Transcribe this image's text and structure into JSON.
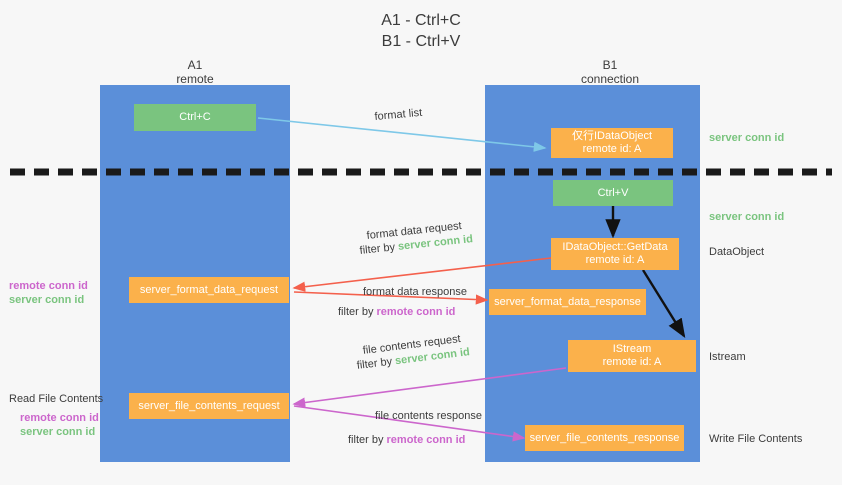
{
  "title": {
    "line1": "A1 - Ctrl+C",
    "line2": "B1 - Ctrl+V"
  },
  "columns": [
    {
      "name": "A1",
      "role": "remote"
    },
    {
      "name": "B1",
      "role": "connection"
    }
  ],
  "boxes": {
    "ctrl_c": {
      "label": "Ctrl+C"
    },
    "ctrl_v": {
      "label": "Ctrl+V"
    },
    "idataobject": {
      "line1": "仅行IDataObject",
      "line2": "remote id: A"
    },
    "getdata": {
      "line1": "IDataObject::GetData",
      "line2": "remote id: A"
    },
    "istream": {
      "line1": "IStream",
      "line2": "remote id: A"
    },
    "server_format_data_request": {
      "label": "server_format_data_request"
    },
    "server_format_data_response": {
      "label": "server_format_data_response"
    },
    "server_file_contents_request": {
      "label": "server_file_contents_request"
    },
    "server_file_contents_response": {
      "label": "server_file_contents_response"
    }
  },
  "right_labels": {
    "server_conn_id_top": "server conn id",
    "server_conn_id_mid": "server conn id",
    "dataobject": "DataObject",
    "istream": "Istream",
    "write_file_contents": "Write File Contents"
  },
  "left_labels": {
    "remote_conn_id_1": "remote conn id",
    "server_conn_id_1": "server conn id",
    "read_file_contents": "Read File Contents",
    "remote_conn_id_2": "remote conn id",
    "server_conn_id_2": "server conn id"
  },
  "annotations": {
    "format_list": "format list",
    "format_data_request": "format data request",
    "format_data_request_filter_prefix": "filter by ",
    "format_data_request_filter_value": "server conn id",
    "format_data_response": "format data response",
    "format_data_response_filter_prefix": "filter by ",
    "format_data_response_filter_value": "remote conn id",
    "file_contents_request": "file contents request",
    "file_contents_request_filter_prefix": "filter by ",
    "file_contents_request_filter_value": "server conn id",
    "file_contents_response": "file contents response",
    "file_contents_response_filter_prefix": "filter by ",
    "file_contents_response_filter_value": "remote conn id"
  },
  "colors": {
    "lane": "#5b8fd9",
    "green": "#7ac47f",
    "orange": "#fbb14b",
    "magenta": "#cc66cc",
    "red_arrow": "#f4604c",
    "blue_arrow": "#7ec8e8",
    "background": "#f7f7f7",
    "divider": "#1a1a1a"
  }
}
